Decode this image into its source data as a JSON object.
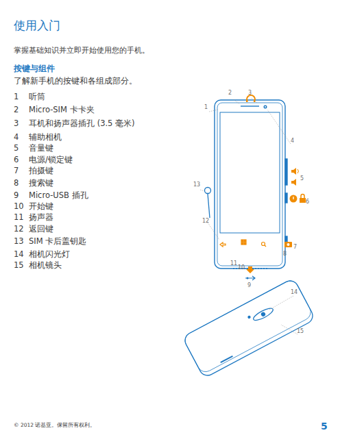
{
  "diagram": {
    "title": "使用入门",
    "labels": [
      "掌握基础知识并立即开始使用您的手机。",
      "按键与组件",
      "了解新手机的按键和各组成部分。",
      "1",
      "听筒",
      "2",
      "Micro-SIM 卡卡夹",
      "3",
      "耳机和扬声器插孔 (3.5 毫米)",
      "4",
      "辅助相机",
      "5",
      "音量键",
      "6",
      "电源/锁定键",
      "7",
      "拍摄键",
      "8",
      "搜索键",
      "9",
      "Micro-USB 插孔",
      "10",
      "开始键",
      "11",
      "扬声器",
      "12",
      "返回键",
      "13",
      "SIM 卡后盖钥匙",
      "14",
      "相机闪光灯",
      "15",
      "相机镜头",
      "1",
      "2",
      "3",
      "4",
      "5",
      "6",
      "7",
      "8",
      "9",
      "10",
      "11",
      "12",
      "13",
      "14",
      "15",
      "© 2012 诺基亚。保留所有权利。",
      "5"
    ]
  }
}
